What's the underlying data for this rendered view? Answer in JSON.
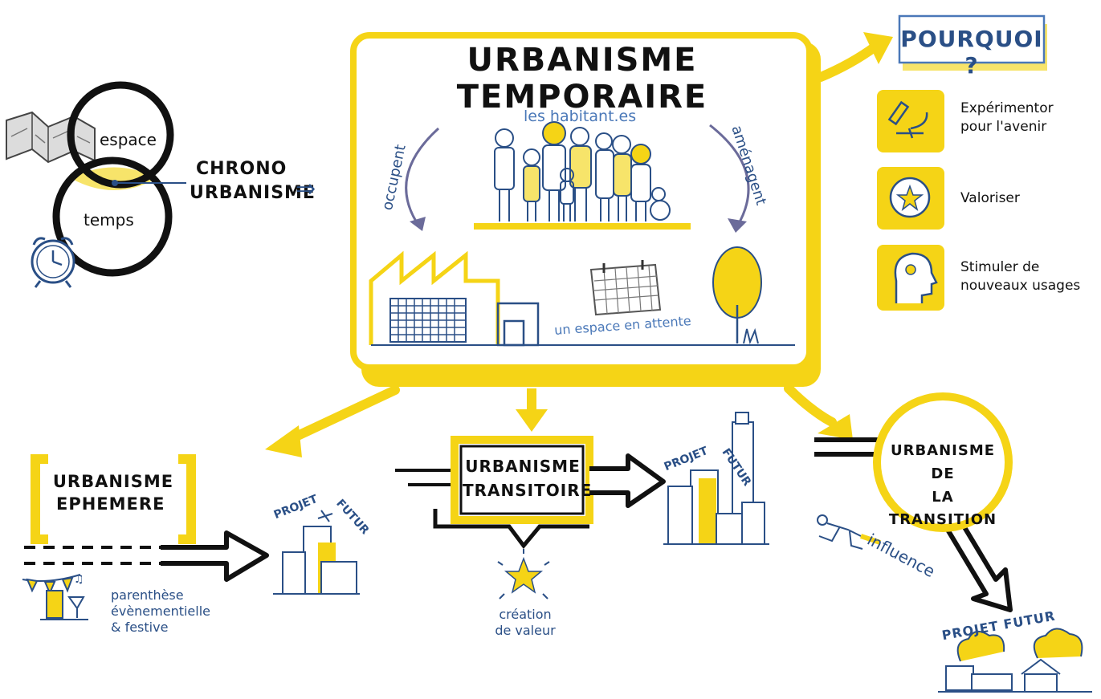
{
  "colors": {
    "yellow": "#f5d416",
    "ink": "#111111",
    "blue": "#2a4f86",
    "light_blue": "#4a78b8"
  },
  "left": {
    "espace": "espace",
    "temps": "temps",
    "chrono_line1": "CHRONO",
    "chrono_line2": "URBANISME",
    "arrow": "⇒"
  },
  "center_box": {
    "title": "URBANISME TEMPORAIRE",
    "habitants": "les habitant.es",
    "occupent": "occupent",
    "amenagent": "aménagent",
    "espace_attente": "un espace en attente"
  },
  "pourquoi": {
    "title": "POURQUOI ?",
    "items": [
      {
        "line1": "Expérimentor",
        "line2": "pour l'avenir"
      },
      {
        "line1": "Valoriser",
        "line2": ""
      },
      {
        "line1": "Stimuler de",
        "line2": "nouveaux usages"
      }
    ]
  },
  "ephemere": {
    "line1": "URBANISME",
    "line2": "EPHEMERE",
    "note_line1": "parenthèse",
    "note_line2": "évènementielle",
    "note_line3": "& festive",
    "projet": "PROJET",
    "futur": "FUTUR"
  },
  "transitoire": {
    "line1": "URBANISME",
    "line2": "TRANSITOIRE",
    "creation_line1": "création",
    "creation_line2": "de valeur",
    "projet": "PROJET",
    "futur": "FUTUR"
  },
  "transition": {
    "line1": "URBANISME DE",
    "line2": "LA TRANSITION",
    "influence": "influence",
    "projet_futur": "PROJET FUTUR"
  }
}
